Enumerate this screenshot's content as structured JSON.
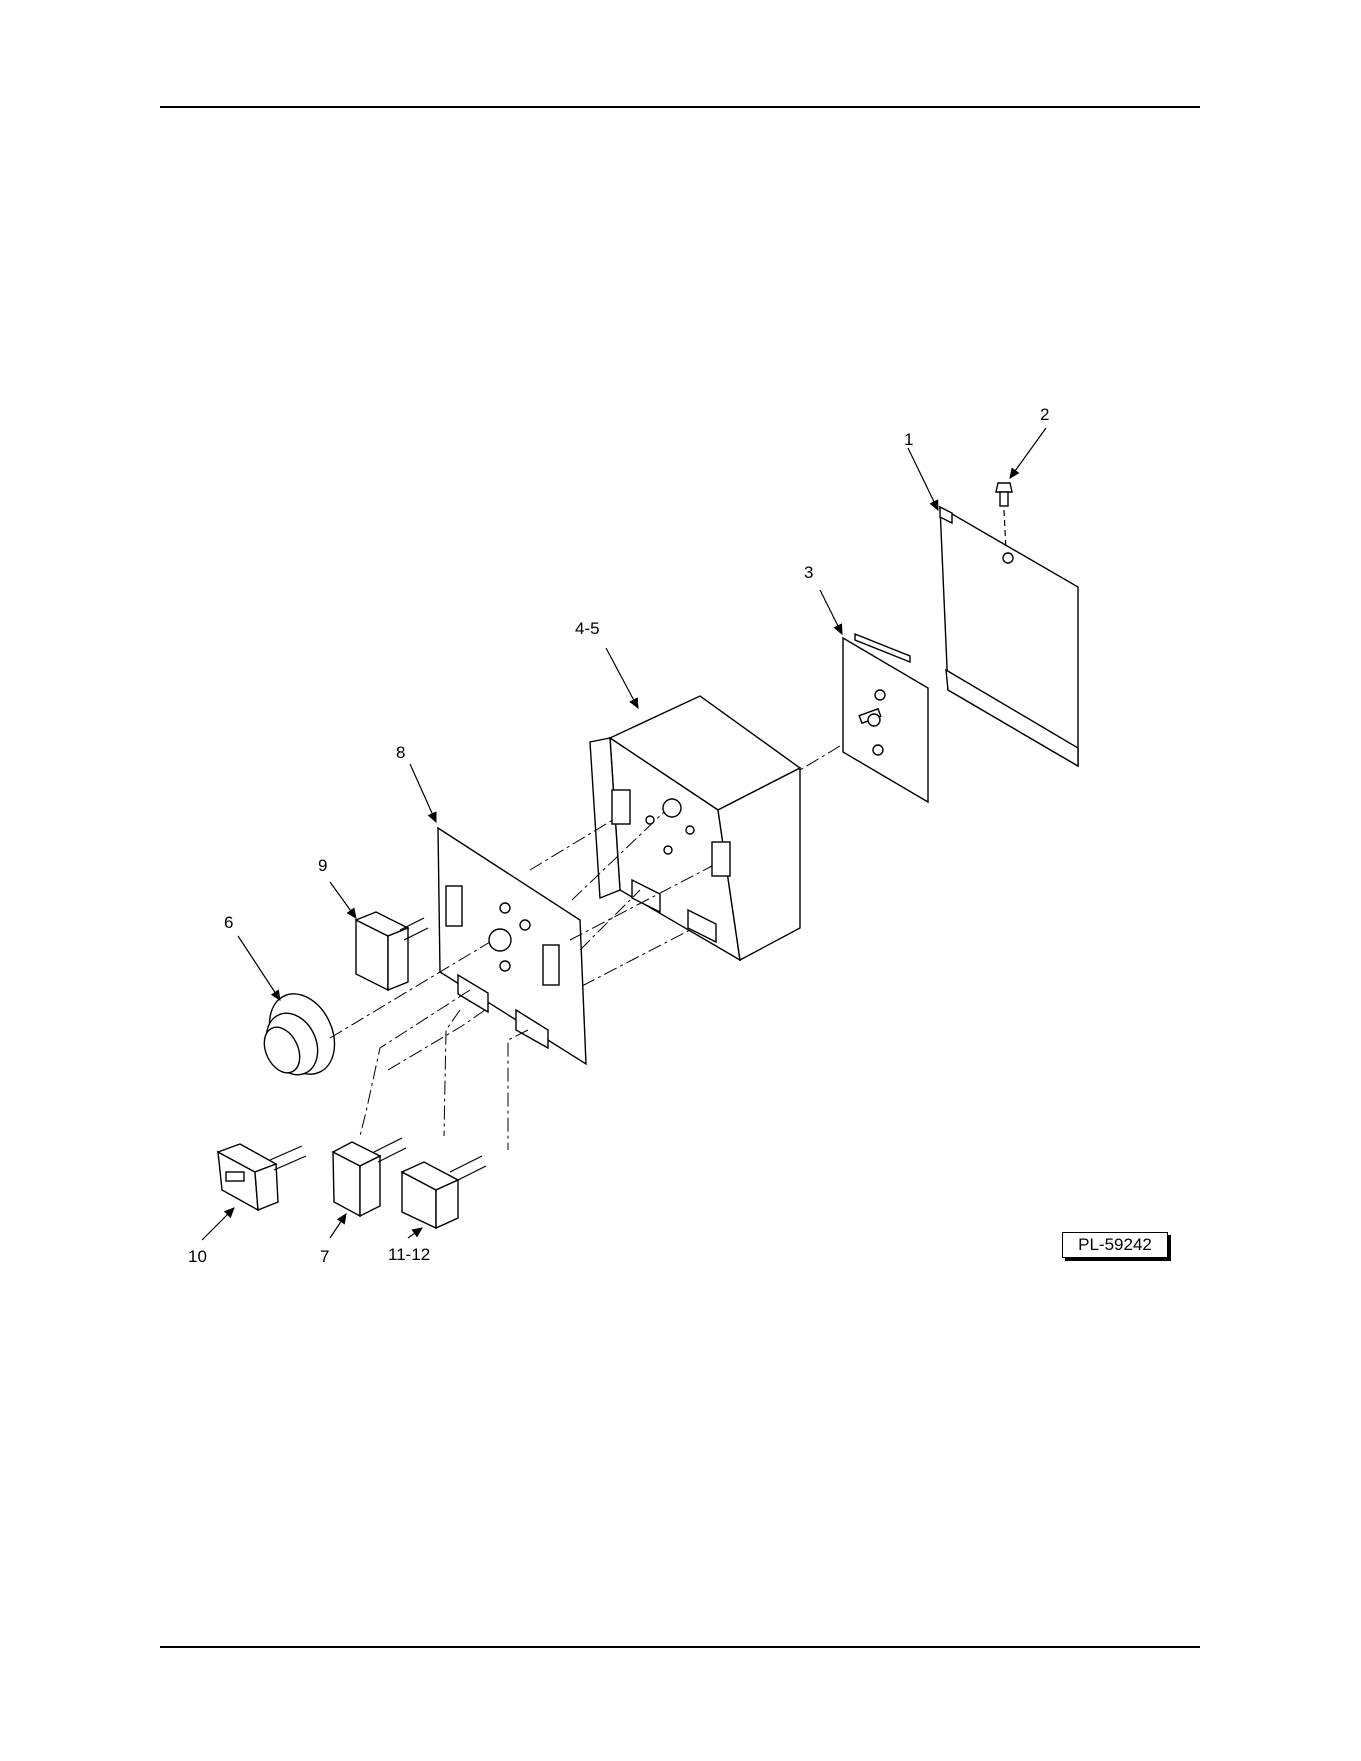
{
  "callouts": {
    "c1": "1",
    "c2": "2",
    "c3": "3",
    "c45": "4-5",
    "c6": "6",
    "c7": "7",
    "c8": "8",
    "c9": "9",
    "c10": "10",
    "c1112": "11-12"
  },
  "drawing_code": "PL-59242"
}
